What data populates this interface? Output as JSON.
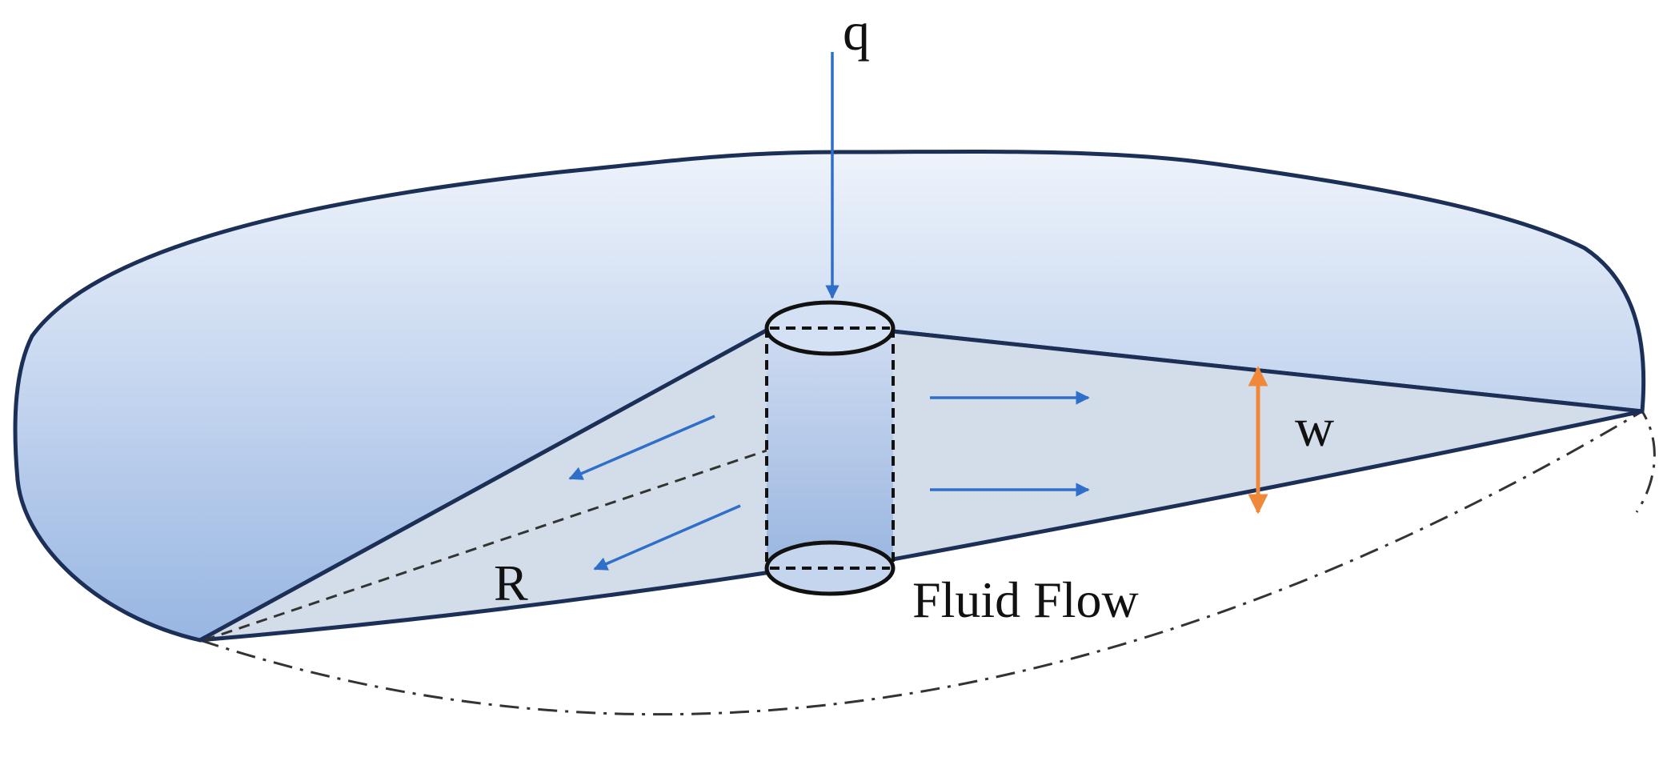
{
  "labels": {
    "flow_rate": "q",
    "radius": "R",
    "width": "w",
    "fluid_flow": "Fluid Flow"
  },
  "colors": {
    "outline": "#1b2f57",
    "fill_top": "#eef3fb",
    "fill_bottom": "#98b6e2",
    "plane_fill": "#d3dde9",
    "flow_arrow": "#2f6fc9",
    "width_arrow": "#f0883a",
    "construction_line": "#333333"
  },
  "icons": {
    "injection": "arrow-down-icon",
    "flow": "arrow-icon",
    "width": "double-arrow-icon"
  }
}
